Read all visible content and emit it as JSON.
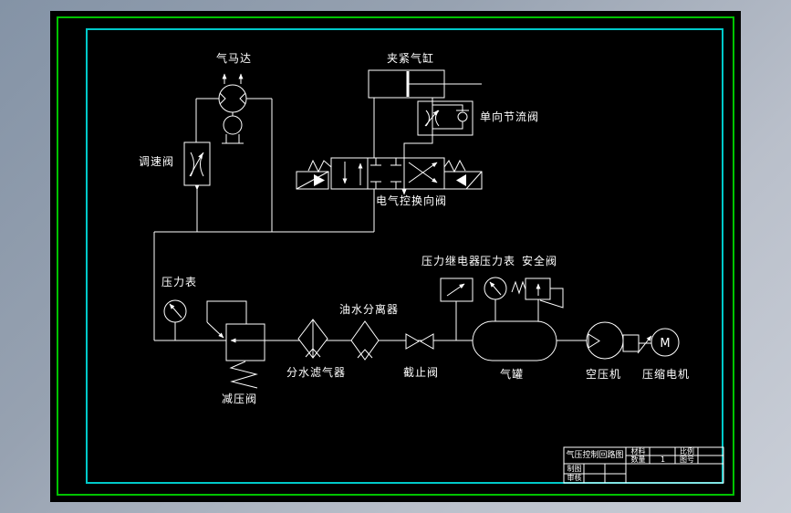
{
  "colors": {
    "window_background_top": "#8493a6",
    "window_background_bottom": "#c9ced7",
    "canvas_background": "#000000",
    "outer_frame_green": "#00c300",
    "inner_frame_cyan": "#00c9c9",
    "line_white": "#ffffff"
  },
  "labels": {
    "air_motor": "气马达",
    "clamp_cylinder": "夹紧气缸",
    "one_way_throttle_valve": "单向节流阀",
    "speed_control_valve": "调速阀",
    "directional_valve": "电气控换向阀",
    "pressure_gauge_left": "压力表",
    "pressure_reducing_valve": "减压阀",
    "air_filter": "分水滤气器",
    "oil_water_separator": "油水分离器",
    "stop_valve": "截止阀",
    "pressure_relay": "压力继电器",
    "pressure_gauge_tank": "压力表",
    "safety_valve": "安全阀",
    "air_tank": "气罐",
    "air_compressor": "空压机",
    "compressor_motor": "压缩电机",
    "motor_letter": "M"
  },
  "title_block": {
    "title": "气压控制回路图",
    "material_label": "材料",
    "material_value": "",
    "scale_label": "比例",
    "scale_value": "",
    "quantity_label": "数量",
    "quantity_value": "1",
    "drawing_no_label": "图号",
    "drawing_no_value": "",
    "drafted_label": "制图",
    "checked_label": "审核"
  }
}
